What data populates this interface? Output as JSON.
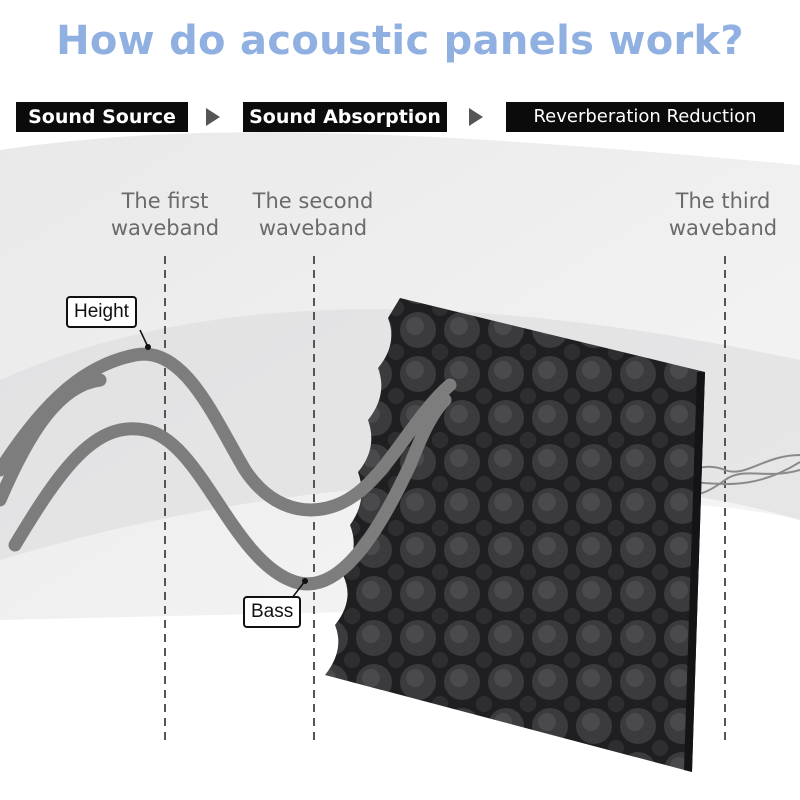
{
  "title": "How do acoustic panels work?",
  "steps": [
    {
      "label": "Sound Source"
    },
    {
      "label": "Sound Absorption"
    },
    {
      "label": "Reverberation Reduction"
    }
  ],
  "bands": [
    {
      "label": "The first\nwaveband"
    },
    {
      "label": "The second\nwaveband"
    },
    {
      "label": "The third\nwaveband"
    }
  ],
  "callouts": {
    "height": "Height",
    "bass": "Bass"
  },
  "colors": {
    "title": "#8fb0e0",
    "step_bg": "#0b0b0b",
    "step_text": "#ffffff",
    "wave": "#7d7d7d",
    "foam": "#2a2a2c",
    "guide": "#555555"
  },
  "icons": {
    "step_arrow": "chevron-right-icon"
  }
}
